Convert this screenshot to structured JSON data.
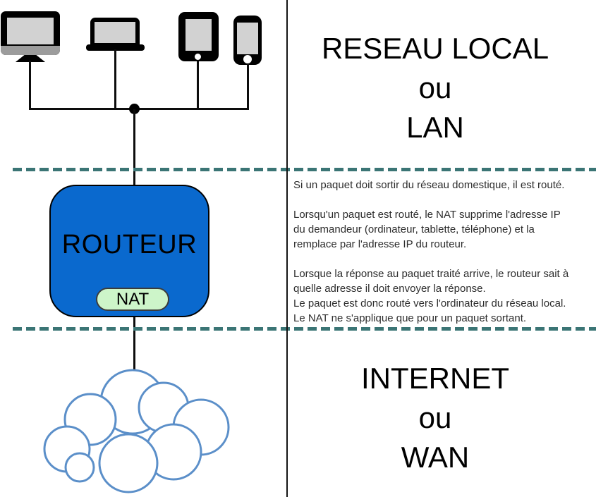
{
  "lan_zone": {
    "title": "RESEAU LOCAL\nou\nLAN"
  },
  "wan_zone": {
    "title": "INTERNET\nou\nWAN"
  },
  "router": {
    "label": "ROUTEUR",
    "badge": "NAT"
  },
  "description": {
    "para1": "Si un paquet doit sortir du réseau domestique, il est routé.",
    "para2": "Lorsqu'un paquet est routé, le NAT supprime l'adresse IP\ndu demandeur (ordinateur, tablette, téléphone) et la\nremplace par l'adresse IP du routeur.",
    "para3": "Lorsque la réponse au paquet traité arrive, le routeur sait à\nquelle adresse il doit envoyer la réponse.\nLe paquet est donc routé vers l'ordinateur du réseau local.\nLe NAT ne s'applique que pour un paquet sortant."
  },
  "icons": {
    "desktop": "desktop-computer-icon",
    "laptop": "laptop-icon",
    "tablet": "tablet-icon",
    "smartphone": "smartphone-icon",
    "cloud": "cloud-icon"
  },
  "colors": {
    "router_fill": "#0a69ce",
    "nat_badge_fill": "#cdf5c9",
    "zone_separator": "#3b7575",
    "cloud_stroke": "#5b8fc9",
    "device_screen": "#d2d2d2"
  }
}
